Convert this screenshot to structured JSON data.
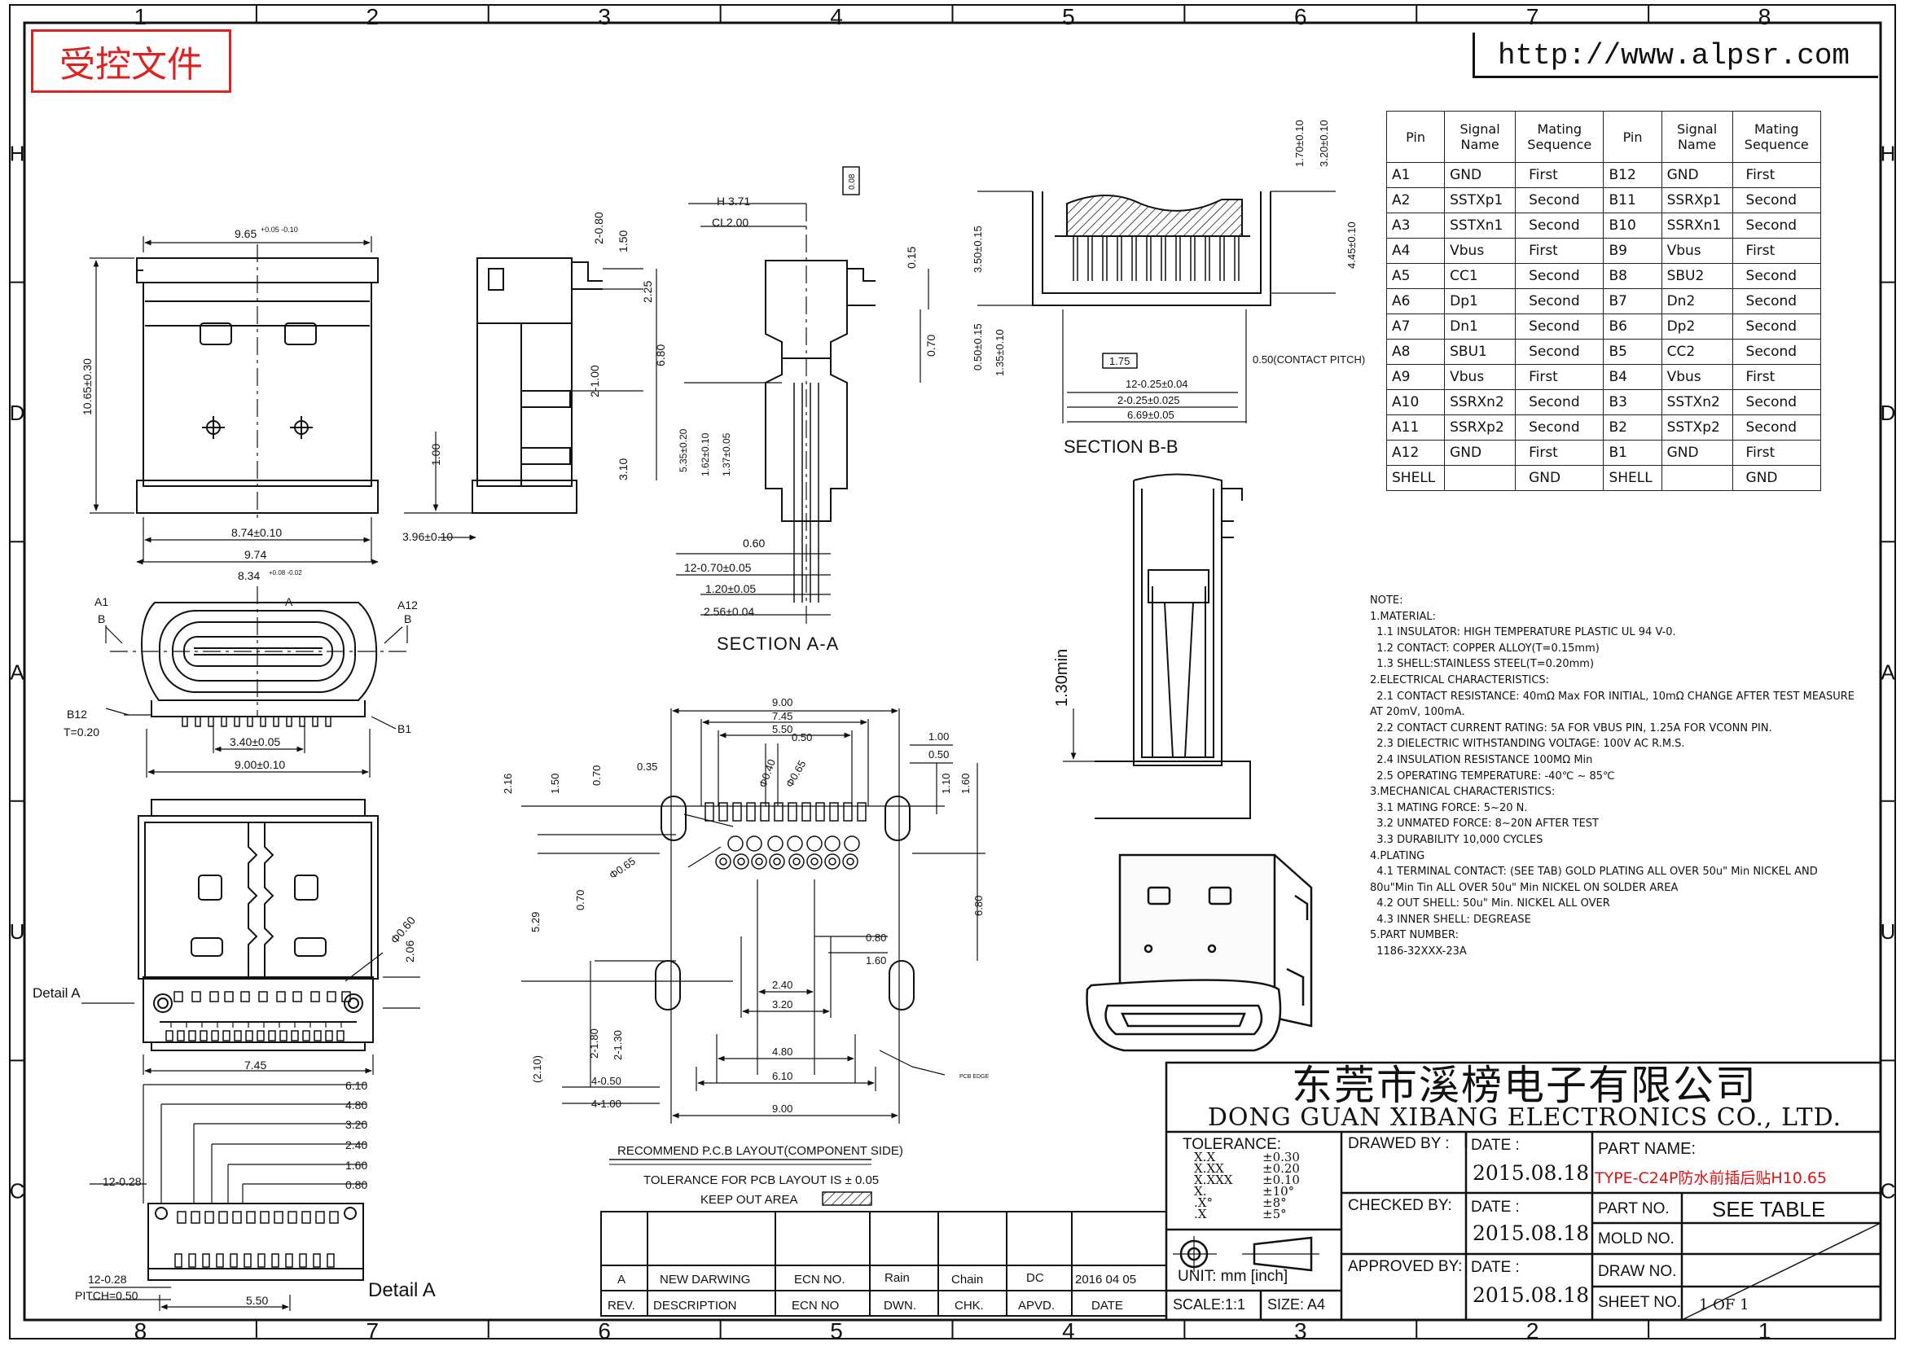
{
  "border": {
    "top_zones": [
      "1",
      "2",
      "3",
      "4",
      "5",
      "6",
      "7",
      "8"
    ],
    "bottom_zones": [
      "8",
      "7",
      "6",
      "5",
      "4",
      "3",
      "2",
      "1"
    ],
    "left_zones": [
      "H",
      "D",
      "A",
      "U",
      "C"
    ],
    "right_zones": [
      "H",
      "D",
      "A",
      "U",
      "C"
    ]
  },
  "stamp": "受控文件",
  "url": "http://www.alpsr.com",
  "pin_table": {
    "headers": [
      "Pin",
      "Signal Name",
      "Mating Sequence",
      "Pin",
      "Signal Name",
      "Mating Sequence"
    ],
    "rows": [
      [
        "A1",
        "GND",
        "First",
        "B12",
        "GND",
        "First"
      ],
      [
        "A2",
        "SSTXp1",
        "Second",
        "B11",
        "SSRXp1",
        "Second"
      ],
      [
        "A3",
        "SSTXn1",
        "Second",
        "B10",
        "SSRXn1",
        "Second"
      ],
      [
        "A4",
        "Vbus",
        "First",
        "B9",
        "Vbus",
        "First"
      ],
      [
        "A5",
        "CC1",
        "Second",
        "B8",
        "SBU2",
        "Second"
      ],
      [
        "A6",
        "Dp1",
        "Second",
        "B7",
        "Dn2",
        "Second"
      ],
      [
        "A7",
        "Dn1",
        "Second",
        "B6",
        "Dp2",
        "Second"
      ],
      [
        "A8",
        "SBU1",
        "Second",
        "B5",
        "CC2",
        "Second"
      ],
      [
        "A9",
        "Vbus",
        "First",
        "B4",
        "Vbus",
        "First"
      ],
      [
        "A10",
        "SSRXn2",
        "Second",
        "B3",
        "SSTXn2",
        "Second"
      ],
      [
        "A11",
        "SSRXp2",
        "Second",
        "B2",
        "SSTXp2",
        "Second"
      ],
      [
        "A12",
        "GND",
        "First",
        "B1",
        "GND",
        "First"
      ],
      [
        "SHELL",
        "",
        "GND",
        "SHELL",
        "",
        "GND"
      ]
    ]
  },
  "notes": {
    "lines": [
      "NOTE:",
      "1.MATERIAL:",
      "  1.1 INSULATOR: HIGH TEMPERATURE PLASTIC UL 94 V-0.",
      "  1.2 CONTACT: COPPER ALLOY(T=0.15mm)",
      "  1.3 SHELL:STAINLESS STEEL(T=0.20mm)",
      "2.ELECTRICAL CHARACTERISTICS:",
      "  2.1 CONTACT RESISTANCE: 40mΩ Max FOR INITIAL, 10mΩ CHANGE AFTER TEST MEASURE",
      "AT 20mV, 100mA.",
      "  2.2 CONTACT CURRENT RATING: 5A FOR VBUS PIN, 1.25A FOR VCONN PIN.",
      "  2.3 DIELECTRIC WITHSTANDING VOLTAGE: 100V AC R.M.S.",
      "  2.4 INSULATION RESISTANCE 100MΩ Min",
      "  2.5 OPERATING TEMPERATURE: -40℃ ~ 85℃",
      "3.MECHANICAL CHARACTERISTICS:",
      "  3.1 MATING FORCE: 5~20 N.",
      "  3.2 UNMATED FORCE: 8~20N AFTER TEST",
      "  3.3 DURABILITY 10,000 CYCLES",
      "4.PLATING",
      "  4.1 TERMINAL CONTACT: (SEE TAB) GOLD PLATING ALL OVER 50u\" Min NICKEL AND",
      "80u\"Min Tin ALL OVER 50u\" Min NICKEL ON SOLDER AREA",
      "  4.2 OUT SHELL: 50u\" Min. NICKEL ALL OVER",
      "  4.3 INNER SHELL: DEGREASE",
      "5.PART NUMBER:",
      "  1186-32XXX-23A"
    ]
  },
  "views": {
    "section_aa": "SECTION A-A",
    "section_bb": "SECTION B-B",
    "detail_a": "Detail A",
    "detail_a_callout": "Detail A",
    "recommend_pcb": "RECOMMEND P.C.B LAYOUT(COMPONENT SIDE)",
    "pcb_tolerance": "TOLERANCE FOR PCB LAYOUT IS ± 0.05",
    "keep_out": "KEEP OUT AREA",
    "pcb_edge": "PCB EDGE"
  },
  "dims": {
    "top_width": "9.65",
    "top_width_tol": "+0.05 -0.10",
    "height_total": "10.65±0.30",
    "w874": "8.74±0.10",
    "w974": "9.74",
    "w834": "8.34",
    "w834_tol": "+0.08 -0.02",
    "w396": "3.96±0.10",
    "h100": "1.00",
    "side_280": "2-0.80",
    "side_150": "1.50",
    "side_225": "2.25",
    "side_680": "6.80",
    "side_2100": "2-1.00",
    "side_310": "3.10",
    "h371": "H 3.71",
    "cl200": "CL2.00",
    "s008": "0.08",
    "s015": "0.15",
    "s070": "0.70",
    "s535": "5.35±0.20",
    "s162": "1.62±0.10",
    "s137": "1.37±0.05",
    "s060": "0.60",
    "s12_070": "12-0.70±0.05",
    "s120": "1.20±0.05",
    "s256": "2.56±0.04",
    "b170": "1.70±0.10",
    "b320": "3.20±0.10",
    "b350": "3.50±0.15",
    "b445": "4.45±0.10",
    "b050": "0.50±0.15",
    "b135": "1.35±0.10",
    "b175": "1.75",
    "b_pitch": "0.50(CONTACT PITCH)",
    "b12_025": "12-0.25±0.04",
    "b2_025": "2-0.25±0.025",
    "b669": "6.69±0.05",
    "f_a1": "A1",
    "f_a12": "A12",
    "f_b12": "B12",
    "f_b1": "B1",
    "f_a": "A",
    "f_b": "B",
    "f_t": "T=0.20",
    "f_340": "3.40±0.05",
    "f_900": "9.00±0.10",
    "d_060": "Φ0.60",
    "d_206": "2.06",
    "d_745": "7.45",
    "min130": "1.30min",
    "p900": "9.00",
    "p745": "7.45",
    "p550": "5.50",
    "p050": "0.50",
    "p035": "0.35",
    "p040": "Φ0.40",
    "p065": "Φ0.65",
    "p065b": "Φ0.65",
    "p100": "1.00",
    "p050r": "0.50",
    "p110": "1.10",
    "p160r": "1.60",
    "p216": "2.16",
    "p150": "1.50",
    "p070": "0.70",
    "p070b": "0.70",
    "p529": "5.29",
    "p680": "6.80",
    "p080": "0.80",
    "p160": "1.60",
    "p240": "2.40",
    "p320": "3.20",
    "p480": "4.80",
    "p610": "6.10",
    "p900b": "9.00",
    "p2180": "2-1.80",
    "p2130": "2-1.30",
    "p210": "(2.10)",
    "p4050": "4-0.50",
    "p4100": "4-1.00",
    "dt610": "6.10",
    "dt480": "4.80",
    "dt320": "3.20",
    "dt240": "2.40",
    "dt160": "1.60",
    "dt080": "0.80",
    "dt1228": "12-0.28",
    "dt1228b": "12-0.28",
    "dt_pitch": "PITCH=0.50",
    "dt550": "5.50"
  },
  "revision": {
    "rev": "A",
    "description": "NEW DARWING",
    "ecn": "ECN NO.",
    "dwn": "Rain",
    "chk": "Chain",
    "apvd": "DC",
    "date": "2016 04 05",
    "hdr_rev": "REV.",
    "hdr_desc": "DESCRIPTION",
    "hdr_ecn": "ECN NO",
    "hdr_dwn": "DWN.",
    "hdr_chk": "CHK.",
    "hdr_apvd": "APVD.",
    "hdr_date": "DATE"
  },
  "title_block": {
    "company_cn": "东莞市溪榜电子有限公司",
    "company_en": "DONG GUAN XIBANG ELECTRONICS CO., LTD.",
    "tolerance_label": "TOLERANCE:",
    "tol_x1": "X.X",
    "tol_v1": "±0.30",
    "tol_x2": "X.XX",
    "tol_v2": "±0.20",
    "tol_x3": "X.XXX",
    "tol_v3": "±0.10",
    "tol_x4": "X.",
    "tol_v4": "±10°",
    "tol_x5": ".X°",
    "tol_v5": "±8°",
    "tol_x6": ".X",
    "tol_v6": "±5°",
    "unit": "UNIT:  mm  [inch]",
    "scale": "SCALE:1:1",
    "size": "SIZE: A4",
    "drawed_by": "DRAWED BY :",
    "checked_by": "CHECKED BY:",
    "approved_by": "APPROVED BY:",
    "date_label": "DATE :",
    "date_drawed": "2015.08.18",
    "date_checked": "2015.08.18",
    "date_approved": "2015.08.18",
    "part_name_label": "PART NAME:",
    "part_name": "TYPE-C24P防水前插后贴H10.65",
    "part_no_label": "PART NO.",
    "part_no": "SEE TABLE",
    "mold_no_label": "MOLD NO.",
    "draw_no_label": "DRAW NO.",
    "sheet_no_label": "SHEET NO.",
    "sheet_no": "1 OF 1"
  },
  "colors": {
    "line": "#111111",
    "stamp": "#dd2222",
    "part_name": "#dd1111"
  }
}
